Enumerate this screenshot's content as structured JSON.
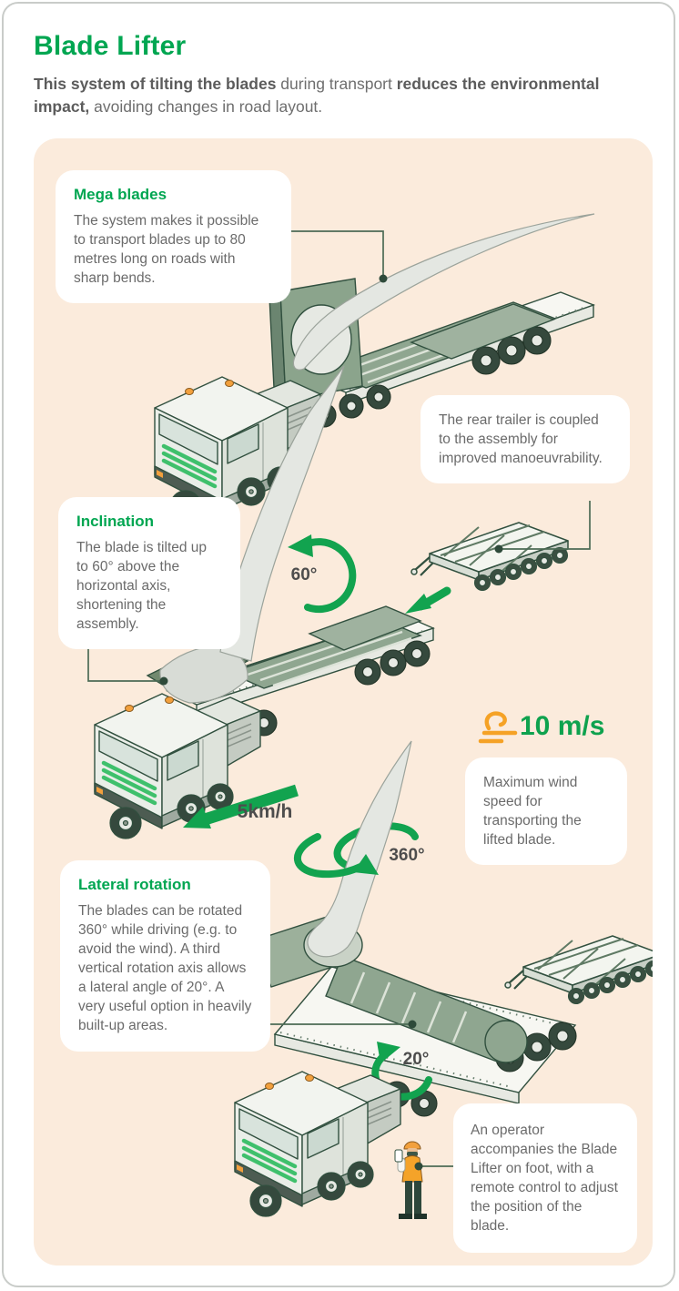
{
  "header": {
    "title": "Blade Lifter",
    "subtitle_bold_1": "This system of tilting the blades",
    "subtitle_mid": " during transport ",
    "subtitle_bold_2": "reduces the environmental impact,",
    "subtitle_end": " avoiding changes in road layout."
  },
  "callouts": {
    "mega_blades": {
      "title": "Mega blades",
      "body": "The system makes it possible to transport blades up to 80 metres long on roads with sharp bends."
    },
    "rear_trailer": {
      "body": "The rear trailer is coupled to the assembly for improved manoeuvrability."
    },
    "inclination": {
      "title": "Inclination",
      "body": "The blade is tilted up to 60° above the horizontal axis, shortening the assembly."
    },
    "wind": {
      "value": "10 m/s",
      "body": "Maximum wind speed for transporting the lifted blade."
    },
    "lateral_rotation": {
      "title": "Lateral rotation",
      "body": "The blades can be rotated 360° while driving (e.g. to avoid the wind). A third vertical rotation axis allows a lateral angle of 20°. A very useful option in heavily built-up areas."
    },
    "operator": {
      "body": "An operator accompanies the Blade Lifter on foot, with a remote control to adjust the position of the blade."
    }
  },
  "labels": {
    "tilt_angle": "60°",
    "speed": "5km/h",
    "rotation_angle": "360°",
    "lateral_angle": "20°"
  },
  "icons": {
    "wind": "wind-icon",
    "tilt_arrow": "rotate-ccw-arrow-icon",
    "rotation_arrow": "rotate-360-arrow-icon",
    "lateral_arrow": "rotate-cw-arrow-icon",
    "speed_arrow": "direction-arrow-icon",
    "coupling_arrow": "coupling-arrow-icon"
  },
  "colors": {
    "accent_green": "#00A651",
    "arrow_green": "#12A34F",
    "orange": "#F5A226",
    "panel_peach": "#FBEBDC",
    "body_text": "#6B6B6B",
    "label_text": "#4D4D4D",
    "outline_dark": "#31503F",
    "connector": "#4C6B55",
    "card_border": "#C9CCC9"
  }
}
